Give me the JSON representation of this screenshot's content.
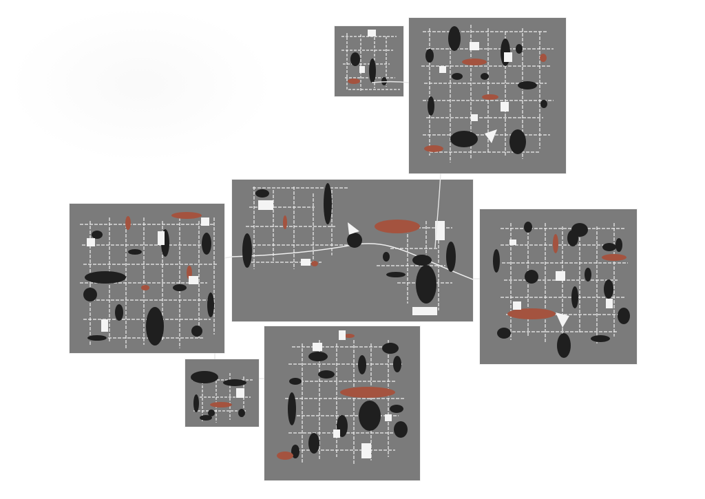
{
  "artwork": {
    "title": "",
    "panel_color": "#7b7b7b",
    "ink_colors": {
      "black": "#1f1f1f",
      "rust": "#a4533f",
      "white": "#f4f4f4",
      "line": "#f0f0f0"
    }
  },
  "panels": [
    {
      "id": "panel-small-top"
    },
    {
      "id": "panel-large-top-right"
    },
    {
      "id": "panel-left"
    },
    {
      "id": "panel-center"
    },
    {
      "id": "panel-right"
    },
    {
      "id": "panel-small-bottom-left"
    },
    {
      "id": "panel-bottom-center"
    }
  ]
}
